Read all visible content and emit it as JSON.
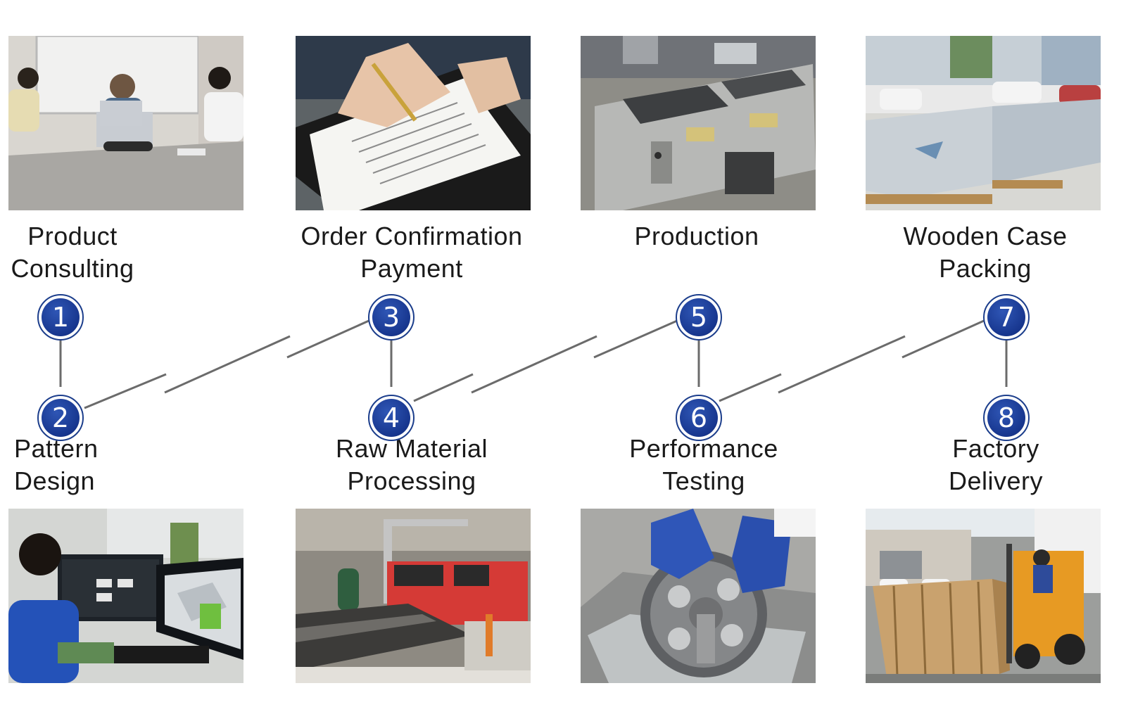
{
  "steps": [
    {
      "number": "1",
      "label": [
        "Product",
        "Consulting"
      ],
      "photo_icon": "meeting-photo"
    },
    {
      "number": "2",
      "label": [
        "Pattern",
        "Design"
      ],
      "photo_icon": "cad-design-photo"
    },
    {
      "number": "3",
      "label": [
        "Order Confirmation",
        "Payment"
      ],
      "photo_icon": "contract-signing-photo"
    },
    {
      "number": "4",
      "label": [
        "Raw Material",
        "Processing"
      ],
      "photo_icon": "laser-cutter-photo"
    },
    {
      "number": "5",
      "label": [
        "Production"
      ],
      "photo_icon": "ultrasonic-tank-photo"
    },
    {
      "number": "6",
      "label": [
        "Performance",
        "Testing"
      ],
      "photo_icon": "gear-cleaning-photo"
    },
    {
      "number": "7",
      "label": [
        "Wooden Case",
        "Packing"
      ],
      "photo_icon": "packed-machines-photo"
    },
    {
      "number": "8",
      "label": [
        "Factory",
        "Delivery"
      ],
      "photo_icon": "forklift-delivery-photo"
    }
  ],
  "colors": {
    "node_fill": "#17368e",
    "node_border": "#1c3e8c",
    "connector": "#6b6b6b",
    "text": "#1a1a1a"
  }
}
